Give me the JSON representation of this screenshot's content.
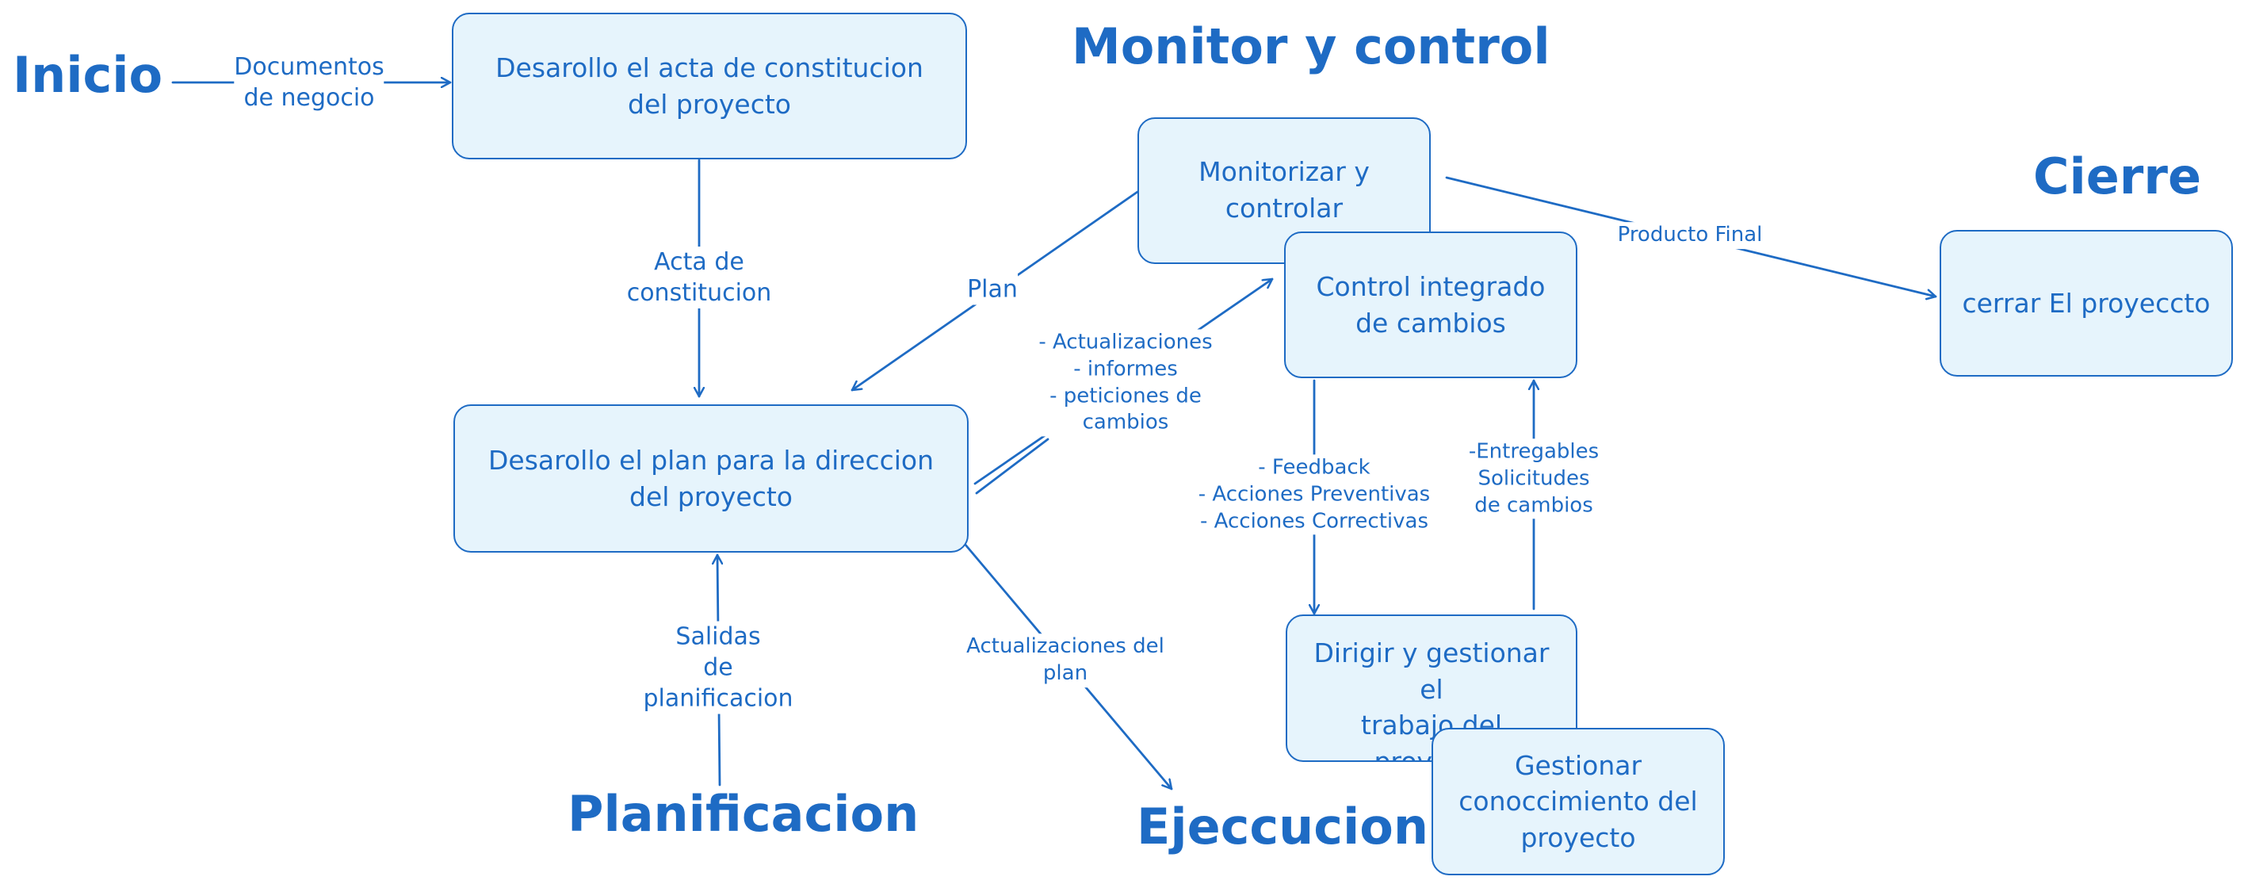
{
  "colors": {
    "stroke": "#1e6bc4",
    "fill": "#e6f4fc",
    "background": "#ffffff"
  },
  "headings": {
    "inicio": "Inicio",
    "monitor": "Monitor y control",
    "cierre": "Cierre",
    "planificacion": "Planificacion",
    "ejecucion": "Ejeccucion"
  },
  "nodes": {
    "acta": "Desarollo el acta de constitucion\ndel proyecto",
    "plan": "Desarollo el plan para la direccion\ndel proyecto",
    "monitorizar": "Monitorizar y\ncontrolar",
    "control": "Control integrado\nde cambios",
    "cerrar": "cerrar El proyeccto",
    "dirigir": "Dirigir y gestionar el\ntrabajo del\nproyecto",
    "gestionar": "Gestionar\nconoccimiento del\nproyecto"
  },
  "labels": {
    "documentos": "Documentos\nde negocio",
    "acta_const": "Acta de\nconstitucion",
    "plan": "Plan",
    "actualizaciones": "- Actualizaciones\n- informes\n- peticiones de\ncambios",
    "producto_final": "Producto Final",
    "feedback": "- Feedback\n- Acciones Preventivas\n- Acciones Correctivas",
    "entregables": "-Entregables\nSolicitudes\nde cambios",
    "salidas": "Salidas\nde\nplanificacion",
    "actualizaciones_plan": "Actualizaciones del\nplan"
  }
}
